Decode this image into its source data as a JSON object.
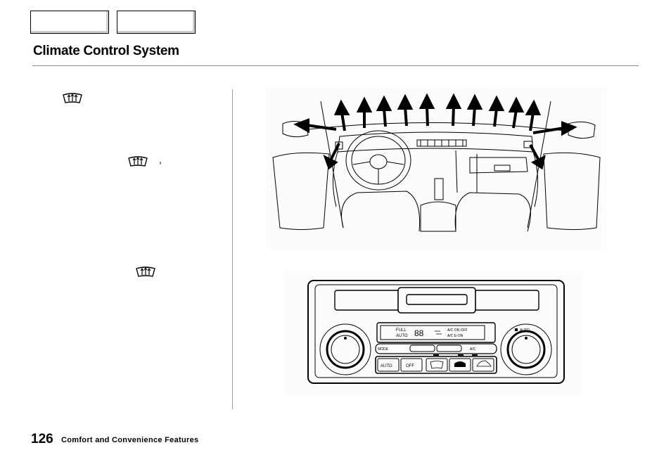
{
  "header": {
    "title": "Climate Control System"
  },
  "icons": {
    "defrost": "rear-window-defrost-icon"
  },
  "text": {
    "comma": ","
  },
  "panel": {
    "display_full": "FULL",
    "display_auto": "AUTO",
    "display_digits": "88",
    "display_ac_line1": "A/C ON OFF",
    "display_ac_line2": "A/C E-ON",
    "mode_label": "MODE",
    "ac_label": "A/C",
    "knob_auto_label": "AUTO",
    "auto_button": "AUTO",
    "off_button": "OFF"
  },
  "footer": {
    "page_number": "126",
    "section": "Comfort and Convenience Features"
  }
}
